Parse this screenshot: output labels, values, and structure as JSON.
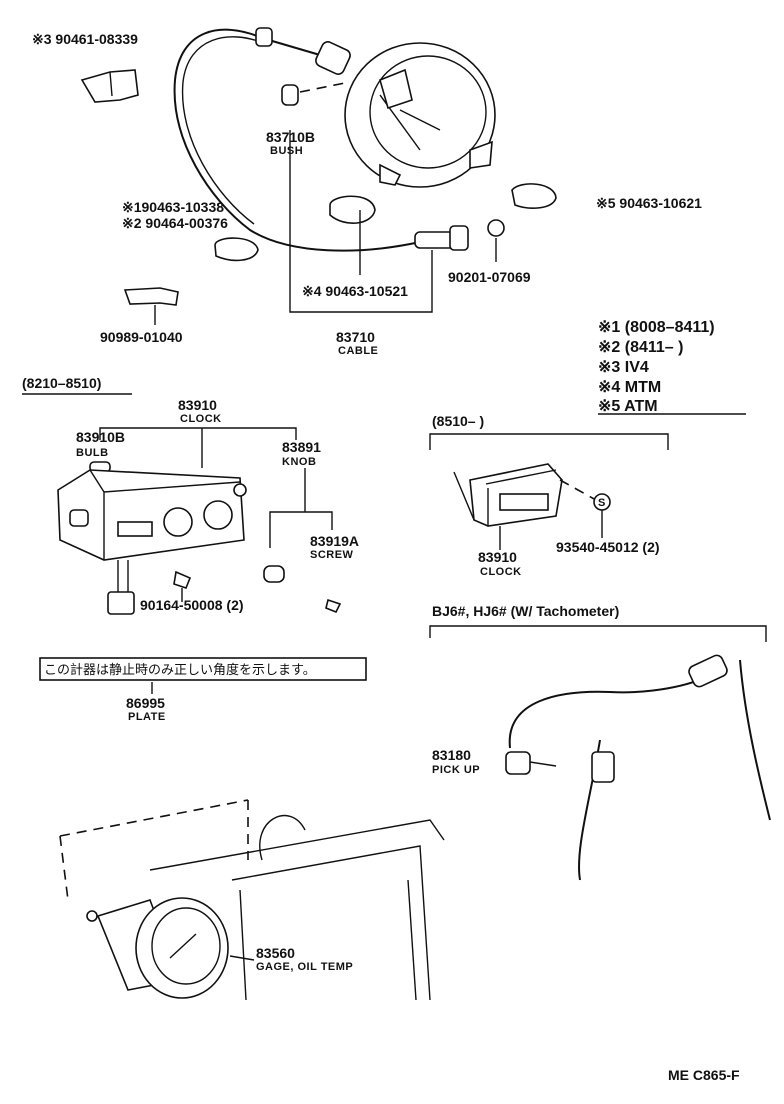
{
  "labels": {
    "p90461": "※3 90461-08339",
    "p83710b": "83710B",
    "n83710b": "BUSH",
    "p90463a": "※190463-10338",
    "p90464": "※2 90464-00376",
    "p90989": "90989-01040",
    "p90463b": "※4 90463-10521",
    "p90201": "90201-07069",
    "p90463c": "※5 90463-10621",
    "p83710": "83710",
    "n83710": "CABLE",
    "range1": "(8210–8510)",
    "p83910": "83910",
    "n83910": "CLOCK",
    "p83910b": "83910B",
    "n83910b": "BULB",
    "p83891": "83891",
    "n83891": "KNOB",
    "p83919a": "83919A",
    "n83919a": "SCREW",
    "p90164": "90164-50008 (2)",
    "range2": "(8510–        )",
    "p83910c": "83910",
    "n83910c": "CLOCK",
    "p93540": "93540-45012 (2)",
    "tacho": "BJ6#, HJ6# (W/ Tachometer)",
    "plate_text": "この計器は静止時のみ正しい角度を示します。",
    "p86995": "86995",
    "n86995": "PLATE",
    "p83180": "83180",
    "n83180": "PICK UP",
    "p83560": "83560",
    "n83560": "GAGE, OIL TEMP",
    "footer": "ME  C865-F",
    "s_mark": "S"
  },
  "legend": [
    "※1 (8008–8411)",
    "※2 (8411–        )",
    "※3 IV4",
    "※4 MTM",
    "※5 ATM"
  ]
}
